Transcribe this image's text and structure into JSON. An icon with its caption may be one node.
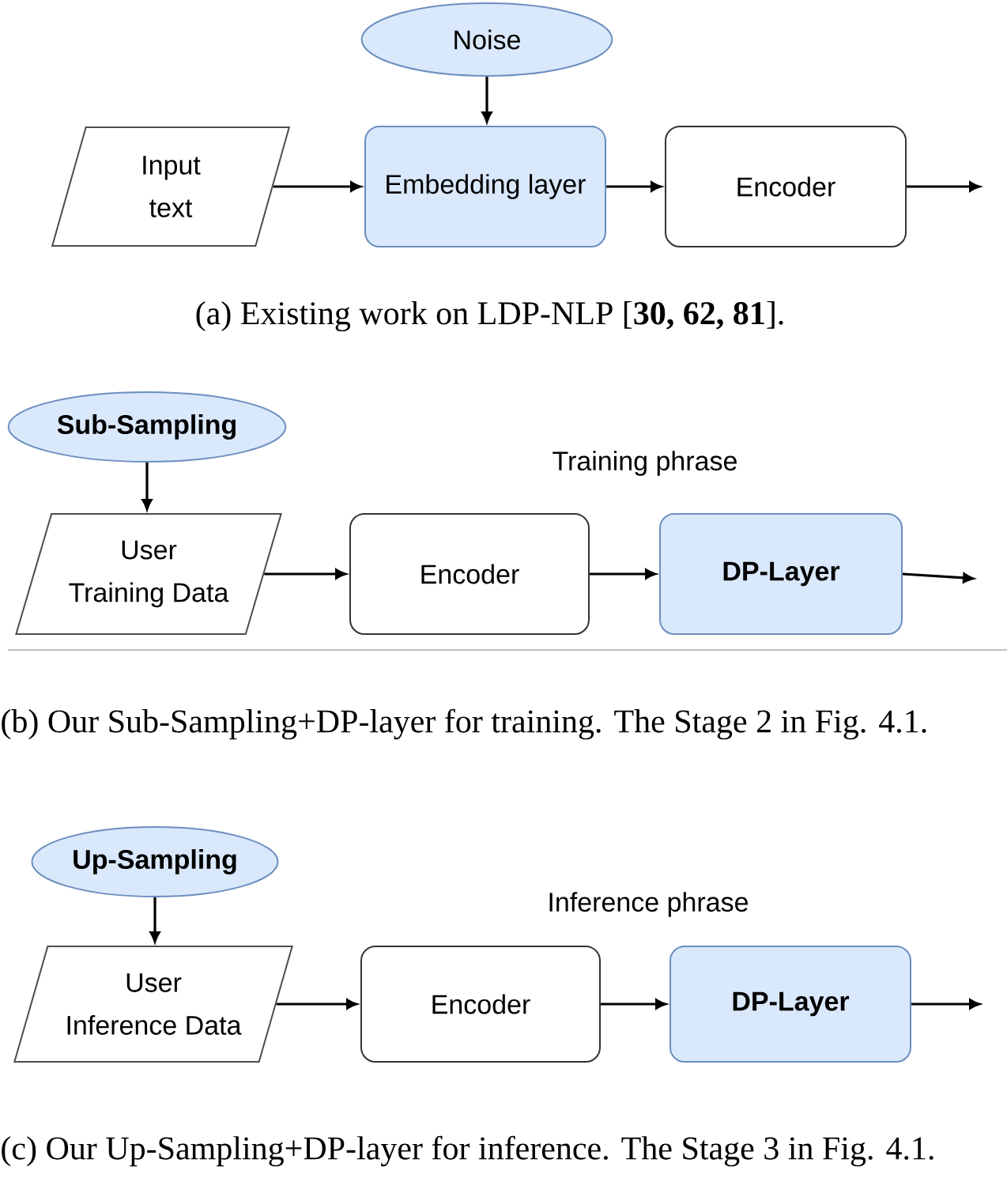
{
  "diagram": {
    "nodes": [
      {
        "text": [
          "Noise"
        ]
      },
      {
        "text": [
          "Input text"
        ]
      },
      {
        "text": [
          "Embedding layer"
        ]
      },
      {
        "text": [
          "Encoder"
        ]
      },
      {
        "text": [
          "Sub-Sampling"
        ]
      },
      {
        "text": [
          "User Training Data"
        ]
      },
      {
        "text": [
          "Encoder"
        ]
      },
      {
        "text": [
          "DP-Layer"
        ]
      },
      {
        "text": [
          "Up-Sampling"
        ]
      },
      {
        "text": [
          "User Inference Data"
        ]
      },
      {
        "text": [
          "Encoder"
        ]
      },
      {
        "text": [
          "DP-Layer"
        ]
      }
    ],
    "edges": [
      {
        "from": 0,
        "to": 2,
        "arrow": "to"
      },
      {
        "from": 1,
        "to": 2,
        "arrow": "to"
      },
      {
        "from": 2,
        "to": 3,
        "arrow": "to"
      },
      {
        "from": 3,
        "to": null,
        "arrow": "to"
      },
      {
        "from": 4,
        "to": 5,
        "arrow": "to"
      },
      {
        "from": 5,
        "to": 6,
        "arrow": "to"
      },
      {
        "from": 6,
        "to": 7,
        "arrow": "to"
      },
      {
        "from": 7,
        "to": null,
        "arrow": "to"
      },
      {
        "from": 8,
        "to": 9,
        "arrow": "to"
      },
      {
        "from": 9,
        "to": 10,
        "arrow": "to"
      },
      {
        "from": 10,
        "to": 11,
        "arrow": "to"
      },
      {
        "from": 11,
        "to": null,
        "arrow": "to"
      }
    ],
    "labels": [
      "(a) Existing work on LDP-NLP [**30, 62, 81**].",
      "Training phrase",
      "(b) Our Sub-Sampling+DP-layer for training. The Stage 2 in Fig. 4.1.",
      "Inference phrase",
      "(c) Our Up-Sampling+DP-layer for inference. The Stage 3 in Fig. 4.1."
    ]
  }
}
